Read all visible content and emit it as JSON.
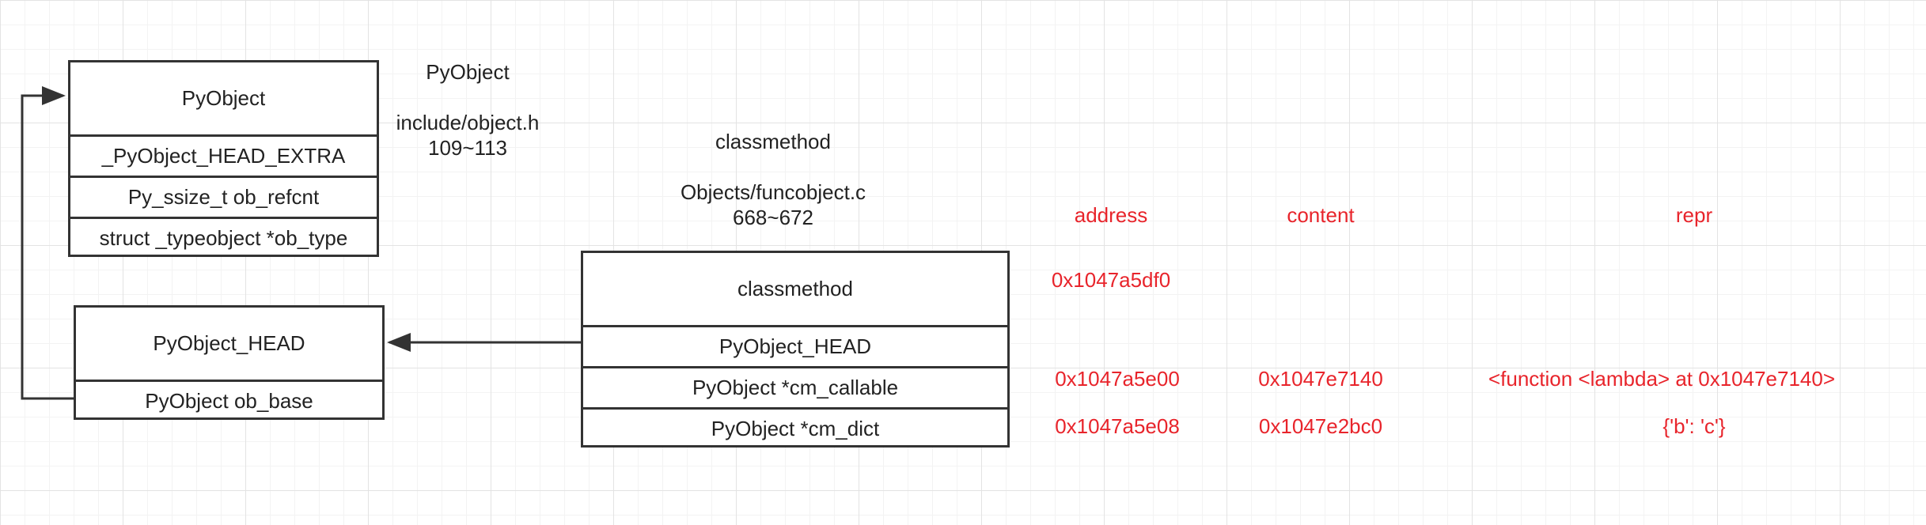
{
  "pyobject_box": {
    "title": "PyObject",
    "fields": [
      "_PyObject_HEAD_EXTRA",
      "Py_ssize_t ob_refcnt",
      "struct _typeobject *ob_type"
    ]
  },
  "pyobject_note": {
    "title": "PyObject",
    "file": "include/object.h",
    "lines": "109~113"
  },
  "pyobject_head_box": {
    "title": "PyObject_HEAD",
    "fields": [
      "PyObject ob_base"
    ]
  },
  "classmethod_note": {
    "title": "classmethod",
    "file": "Objects/funcobject.c",
    "lines": "668~672"
  },
  "classmethod_box": {
    "title": "classmethod",
    "fields": [
      "PyObject_HEAD",
      "PyObject *cm_callable",
      "PyObject *cm_dict"
    ]
  },
  "memory_table": {
    "headers": {
      "address": "address",
      "content": "content",
      "repr": "repr"
    },
    "object_address": "0x1047a5df0",
    "rows": [
      {
        "address": "0x1047a5e00",
        "content": "0x1047e7140",
        "repr": "<function <lambda> at 0x1047e7140>"
      },
      {
        "address": "0x1047a5e08",
        "content": "0x1047e2bc0",
        "repr": "{'b': 'c'}"
      }
    ]
  },
  "colors": {
    "annotation": "#e8242b",
    "line": "#333333"
  }
}
